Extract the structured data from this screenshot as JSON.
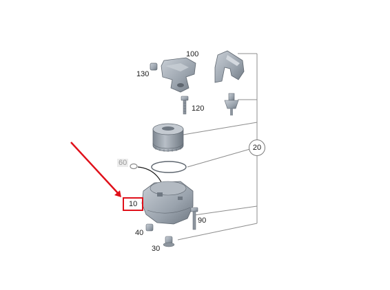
{
  "callouts": {
    "c100": "100",
    "c130": "130",
    "c120": "120",
    "c20": "20",
    "c60": "60",
    "c10": "10",
    "c90": "90",
    "c40": "40",
    "c30": "30"
  },
  "colors": {
    "part_fill": "#9aa3ad",
    "part_shade": "#6f7882",
    "part_light": "#c9cfd6",
    "leader_line": "#8c8c8c",
    "highlight": "#e0101a"
  },
  "highlighted_callout": "10"
}
